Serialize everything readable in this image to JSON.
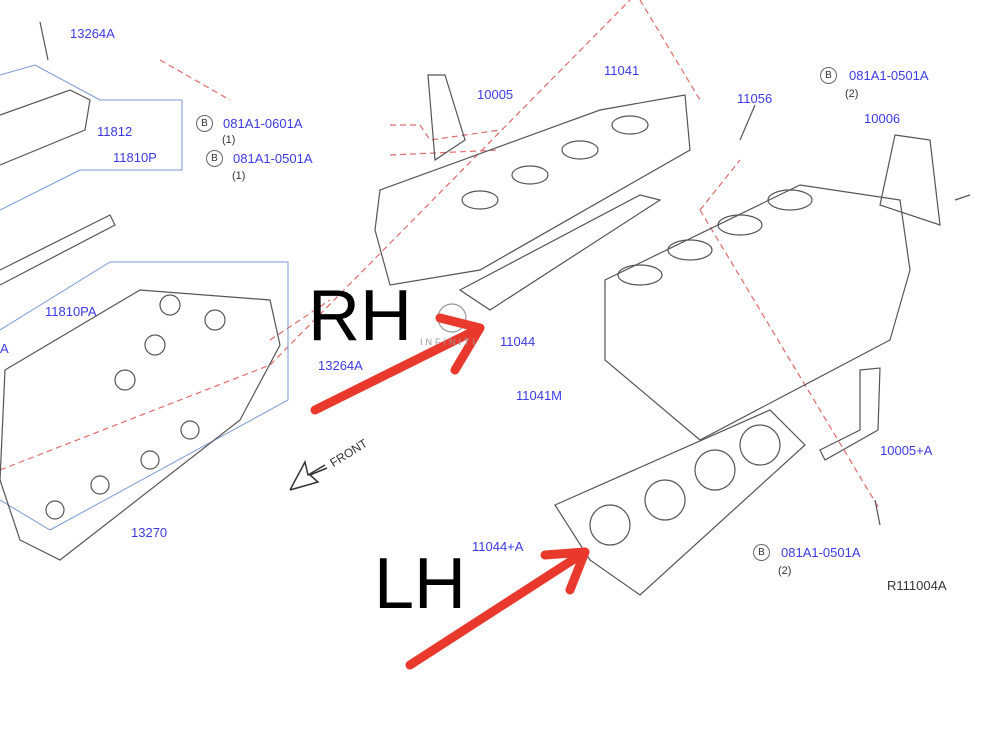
{
  "diagram": {
    "labels": {
      "p13264A_top": "13264A",
      "p11812": "11812",
      "p11810P": "11810P",
      "p10005": "10005",
      "p11041": "11041",
      "p11056": "11056",
      "p10006": "10006",
      "p11810PA": "11810PA",
      "pA_left": "A",
      "p13264A_mid": "13264A",
      "p11044_mid": "11044",
      "p11041M": "11041M",
      "p10005A": "10005+A",
      "p13270": "13270",
      "p11044A": "11044+A"
    },
    "bolts": [
      {
        "badge": "B",
        "part": "081A1-0601A",
        "qty": "(1)"
      },
      {
        "badge": "B",
        "part": "081A1-0501A",
        "qty": "(1)"
      },
      {
        "badge": "B",
        "part": "081A1-0501A",
        "qty": "(2)"
      },
      {
        "badge": "B",
        "part": "081A1-0501A",
        "qty": "(2)"
      }
    ],
    "front_label": "FRONT",
    "reference": "R111004A",
    "watermark": "INFINITI",
    "annotations": {
      "rh": "RH",
      "lh": "LH"
    },
    "colors": {
      "label": "#3a3ae8",
      "arrow": "#e8392c",
      "leader_dash": "#e26a6a",
      "outline": "#555555"
    }
  }
}
